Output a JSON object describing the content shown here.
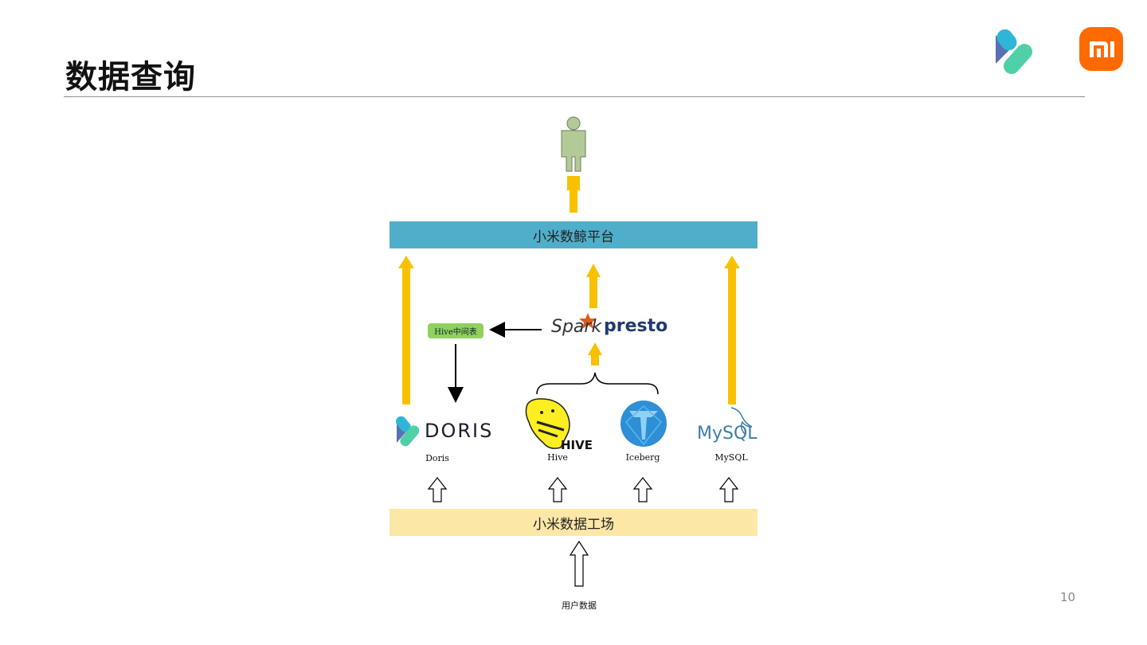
{
  "header": {
    "title": "数据查询"
  },
  "footer": {
    "page_number": "10"
  },
  "diagram": {
    "platform_label": "小米数鲸平台",
    "factory_label": "小米数据工场",
    "hive_intermediate_label": "Hive中间表",
    "user_data_label": "用户数据",
    "engines": {
      "spark": "Spark",
      "presto": "presto"
    },
    "sources": [
      {
        "logo_text": "DORIS",
        "label": "Doris"
      },
      {
        "logo_text": "HIVE",
        "label": "Hive"
      },
      {
        "logo_text": "",
        "label": "Iceberg"
      },
      {
        "logo_text": "MySQL",
        "label": "MySQL"
      }
    ]
  },
  "colors": {
    "platform_bar": "#4fafca",
    "factory_bar": "#fce7a6",
    "arrow_yellow": "#f7c100",
    "hive_intermediate": "#8fd15a",
    "mi_brand": "#ff6a00"
  },
  "icons": {
    "user": "person-icon",
    "mi_logo": "xiaomi-logo-icon",
    "doris_logo": "doris-logo-icon",
    "hive_logo": "hive-logo-icon",
    "iceberg_logo": "iceberg-logo-icon",
    "mysql_logo": "mysql-dolphin-icon",
    "spark_logo": "spark-star-icon"
  }
}
